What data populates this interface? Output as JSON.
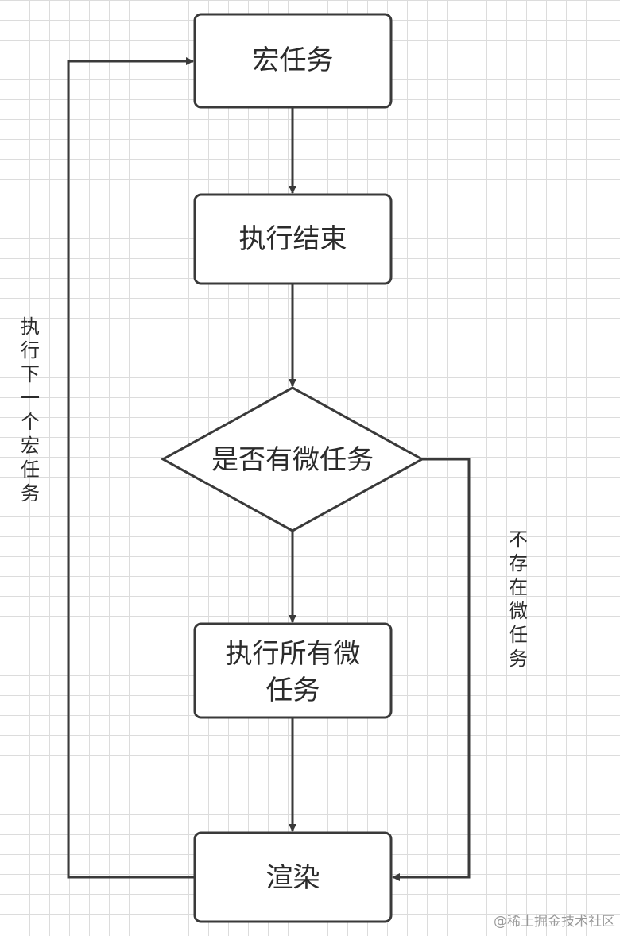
{
  "nodes": {
    "macrotask": "宏任务",
    "exec_end": "执行结束",
    "decision": "是否有微任务",
    "exec_all_line1": "执行所有微",
    "exec_all_line2": "任务",
    "render": "渲染"
  },
  "edge_labels": {
    "next_macrotask": "执行下一个宏任务",
    "no_microtask": "不存在微任务"
  },
  "watermark": "@稀土掘金技术社区",
  "colors": {
    "stroke": "#3a3a3a",
    "text": "#2b2b2b",
    "grid": "#dcdcdc",
    "watermark": "#9a9a9a"
  }
}
